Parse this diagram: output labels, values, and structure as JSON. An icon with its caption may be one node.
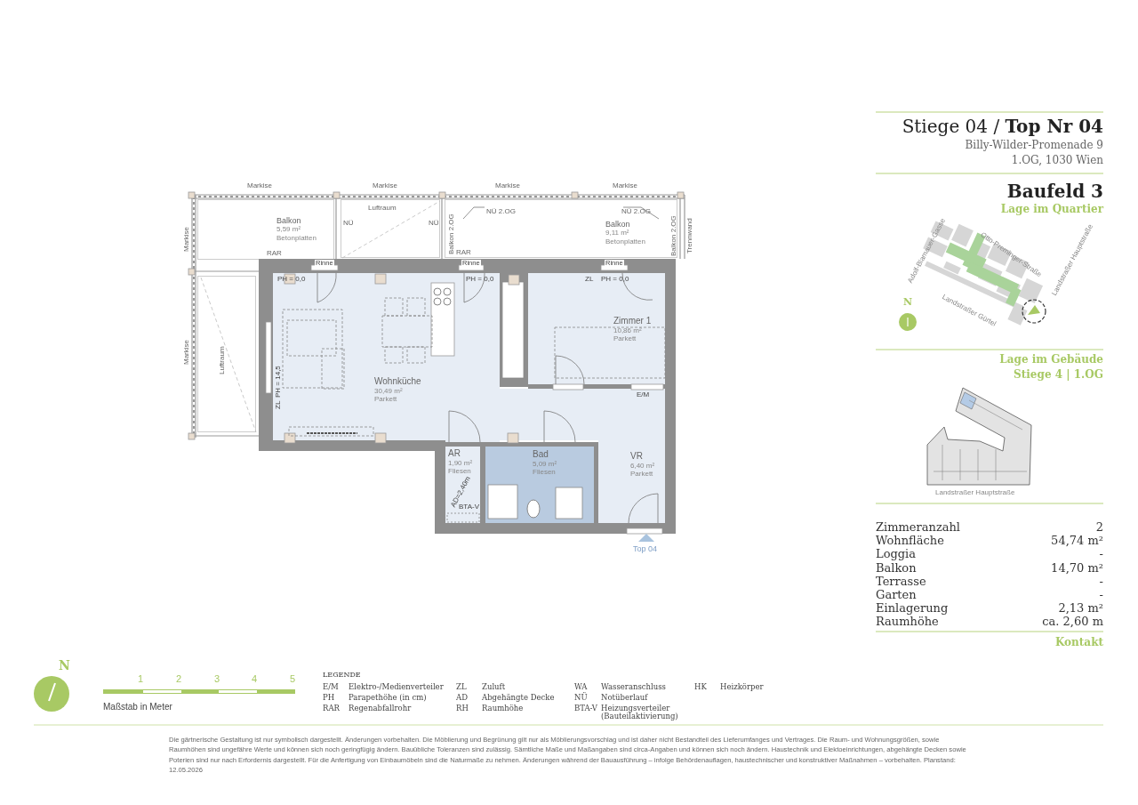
{
  "diagram": {
    "nodes": [
      {
        "text": [
          "Balkon",
          "5,59 m²",
          "Betonplatten"
        ]
      },
      {
        "text": [
          "Luftraum"
        ]
      },
      {
        "text": [
          "Balkon",
          "9,11 m²",
          "Betonplatten"
        ]
      },
      {
        "text": [
          "Luftraum"
        ]
      },
      {
        "text": [
          "Wohnküche",
          "30,49 m²",
          "Parkett"
        ]
      },
      {
        "text": [
          "Zimmer 1",
          "10,86 m²",
          "Parkett"
        ]
      },
      {
        "text": [
          "AR",
          "1,90 m²",
          "Fliesen"
        ]
      },
      {
        "text": [
          "Bad",
          "5,09 m²",
          "Fliesen"
        ]
      },
      {
        "text": [
          "VR",
          "6,40 m²",
          "Parkett"
        ]
      },
      {
        "text": [
          "NÜ 2.OG"
        ],
        "in": 2
      },
      {
        "text": [
          "NÜ 2.OG"
        ],
        "in": 2
      }
    ],
    "edges": [
      {
        "from": 9,
        "to": null,
        "arrow": "none"
      },
      {
        "from": 10,
        "to": null,
        "arrow": "none"
      }
    ],
    "labels": [
      "Markise",
      "Markise",
      "Markise",
      "Markise",
      "Markise",
      "NÜ",
      "NÜ",
      "Balkon 2.OG",
      "Balkon 2.OG",
      "Trennwand",
      "RAR",
      "RAR",
      "Rinne",
      "Rinne",
      "Rinne",
      "PH = 0,0",
      "PH = 0,0",
      "ZL",
      "PH = 0,0",
      "Markise",
      "PH = 14,5",
      "ZL",
      "E/M",
      "AD=2,40m",
      "BTA-V",
      "Top 04",
      "Stiege 04 / **Top Nr 04**",
      "Billy-Wilder-Promenade 9",
      "1.OG, 1030 Wien",
      "Baufeld 3",
      "Lage im Quartier",
      "Adolf-Blamauer-Gasse",
      "Otto-Preminger-Straße",
      "Landstraßer Gürtel",
      "Landstraßer Hauptstraße",
      "N",
      "Lage im Gebäude",
      "Stiege 4 | 1.OG",
      "Landstraßer Hauptstraße",
      "Zimmeranzahl",
      "2",
      "Wohnfläche",
      "54,74 m²",
      "Loggia",
      "-",
      "Balkon",
      "14,70 m²",
      "Terrasse",
      "-",
      "Garten",
      "-",
      "Einlagerung",
      "2,13 m²",
      "Raumhöhe",
      "ca. 2,60 m",
      "Kontakt",
      "N",
      "1",
      "2",
      "3",
      "4",
      "5",
      "Maßstab in Meter",
      "LEGENDE",
      "E/M",
      "Elektro-/Medienverteiler",
      "ZL",
      "Zuluft",
      "WA",
      "Wasseranschluss",
      "HK",
      "Heizkörper",
      "PH",
      "Parapethöhe (in cm)",
      "AD",
      "Abgehängte Decke",
      "NÜ",
      "Notüberlauf",
      "RAR",
      "Regenabfallrohr",
      "RH",
      "Raumhöhe",
      "BTA-V",
      "Heizungsverteiler (Bauteilaktivierung)",
      "Die gärtnerische Gestaltung ist nur symbolisch dargestellt. Änderungen vorbehalten. Die Möblierung und Begrünung gilt nur als Möblierungsvorschlag und ist daher nicht Bestandteil des Lieferumfanges und Vertrages. Die Raum- und Wohnungsgrößen, sowie Raumhöhen sind ungefähre Werte und können sich noch geringfügig ändern. Bauübliche Toleranzen sind zulässig. Sämtliche Maße und Maßangaben sind circa-Angaben und können sich noch ändern. Haustechnik und Elektoeinrichtungen, abgehängte Decken sowie Poterien sind nur nach Erfordernis dargestellt. Für die Anfertigung von Einbaumöbeln sind die Naturmaße zu nehmen. Änderungen während der Bauausführung – infolge Behördenauflagen, haustechnischer und konstruktiver Maßnahmen – vorbehalten. Planstand: 12.05.2026"
    ]
  }
}
